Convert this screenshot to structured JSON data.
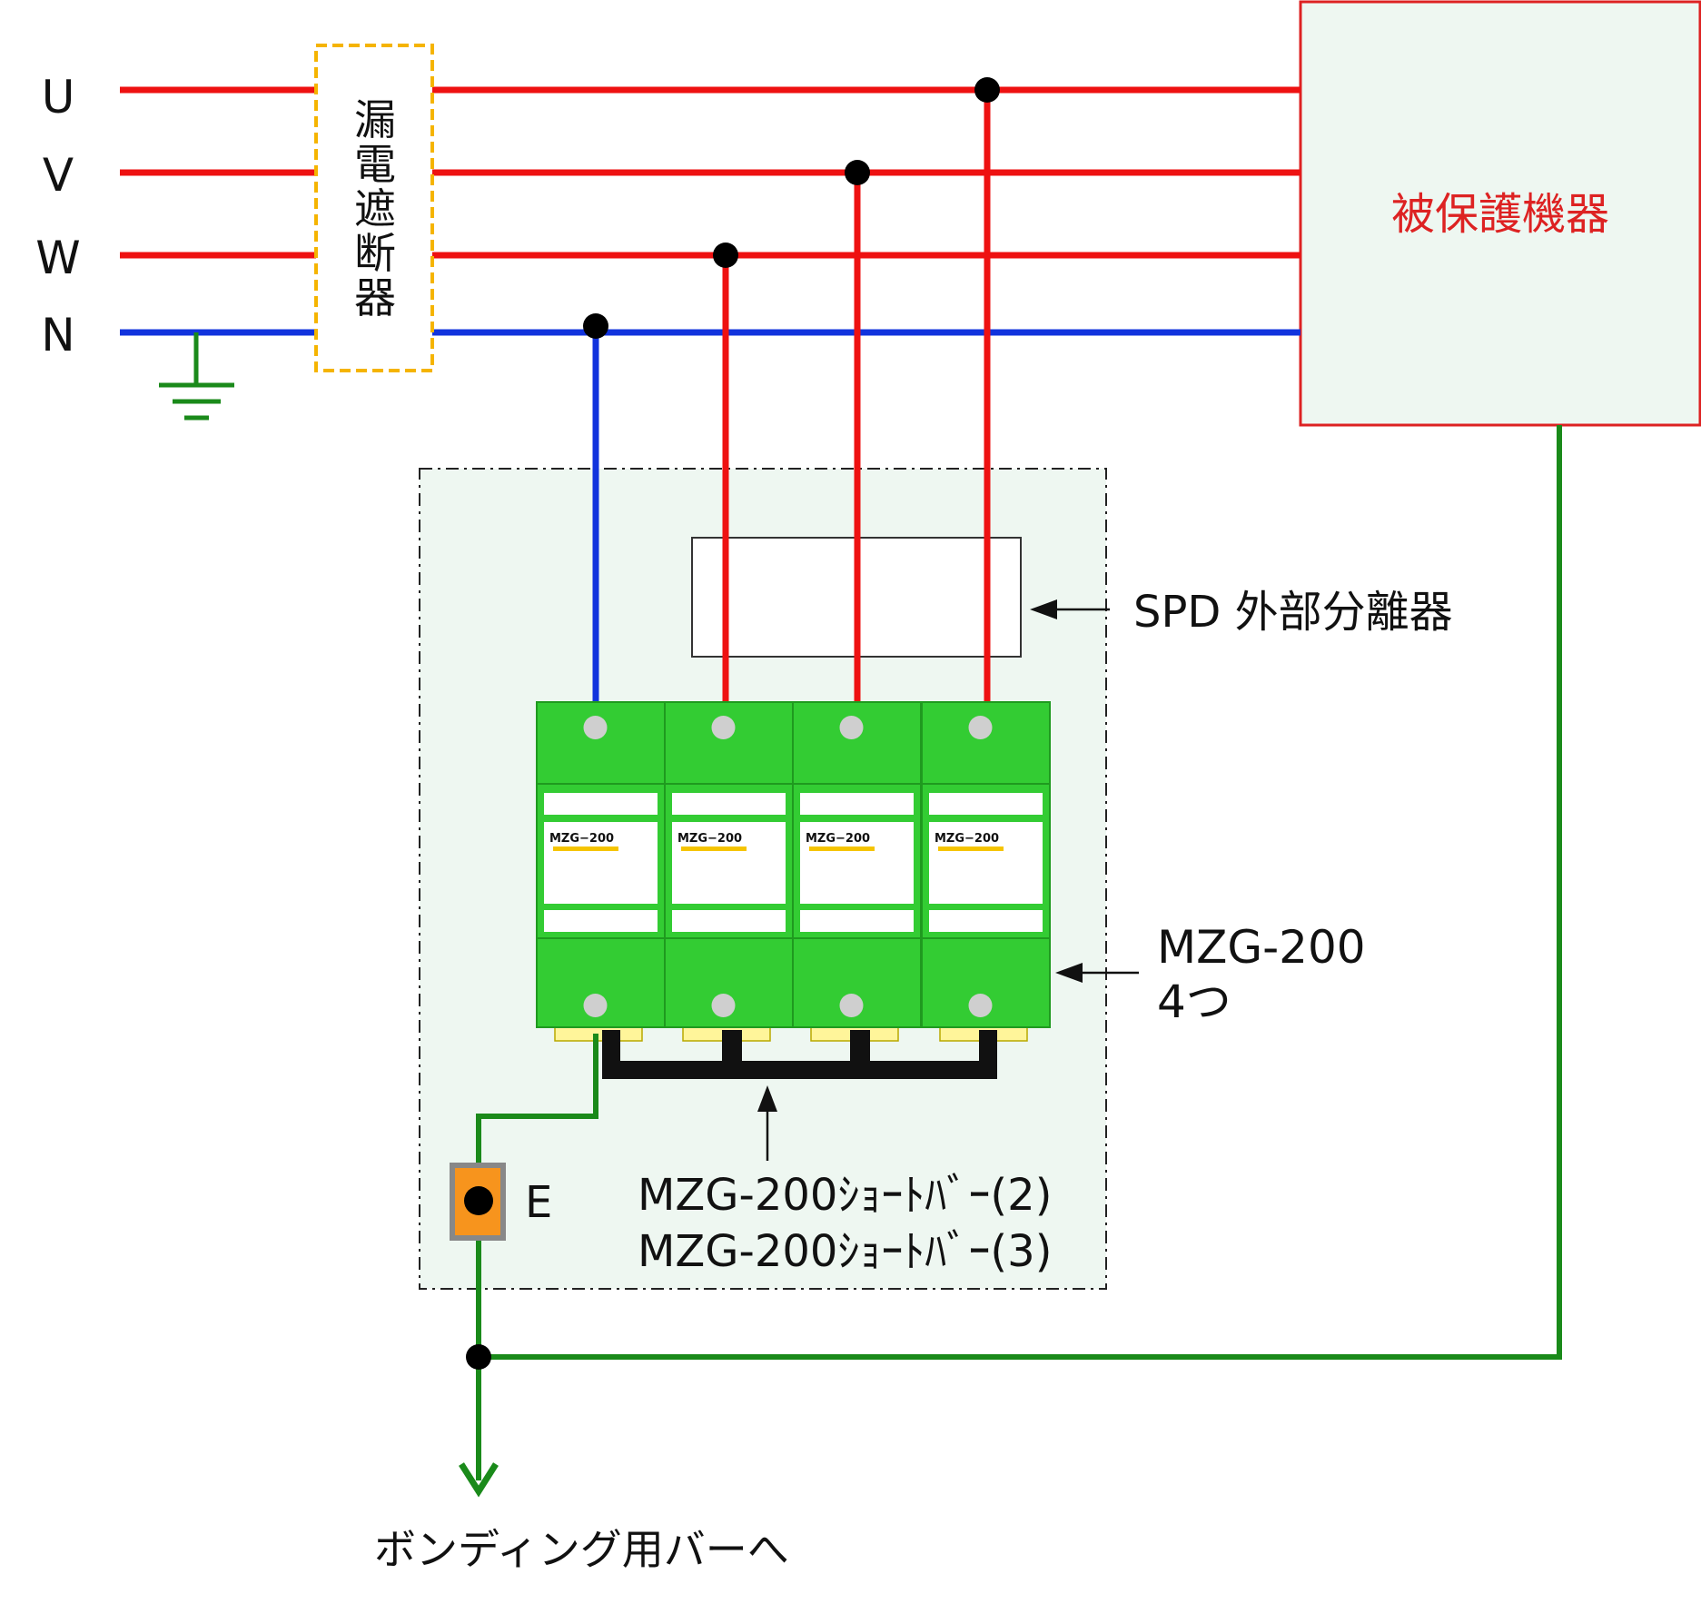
{
  "lines": {
    "u": "U",
    "v": "V",
    "w": "W",
    "n": "N"
  },
  "breaker": {
    "label_chars": [
      "漏",
      "電",
      "遮",
      "断",
      "器"
    ]
  },
  "protected_equipment": {
    "label": "被保護機器"
  },
  "spd_disconnector": {
    "label": "SPD 外部分離器"
  },
  "spd_modules": {
    "module_label": "MZG−200",
    "count_label_line1": "MZG-200",
    "count_label_line2": "4つ"
  },
  "short_bar": {
    "line1": "MZG-200ｼｮｰﾄﾊﾞｰ(2)",
    "line2": "MZG-200ｼｮｰﾄﾊﾞｰ(3)"
  },
  "earth_terminal": {
    "label": "E"
  },
  "bonding": {
    "label": "ボンディング用バーへ"
  },
  "colors": {
    "phase_line": "#ee1111",
    "neutral_line": "#1133dd",
    "earth_line": "#1a8a1a",
    "breaker_border": "#f5b400",
    "equipment_border": "#dd2222",
    "equipment_fill": "#eef7f1",
    "spd_module": "#33cc33",
    "enclosure_fill": "#eef7f1"
  }
}
